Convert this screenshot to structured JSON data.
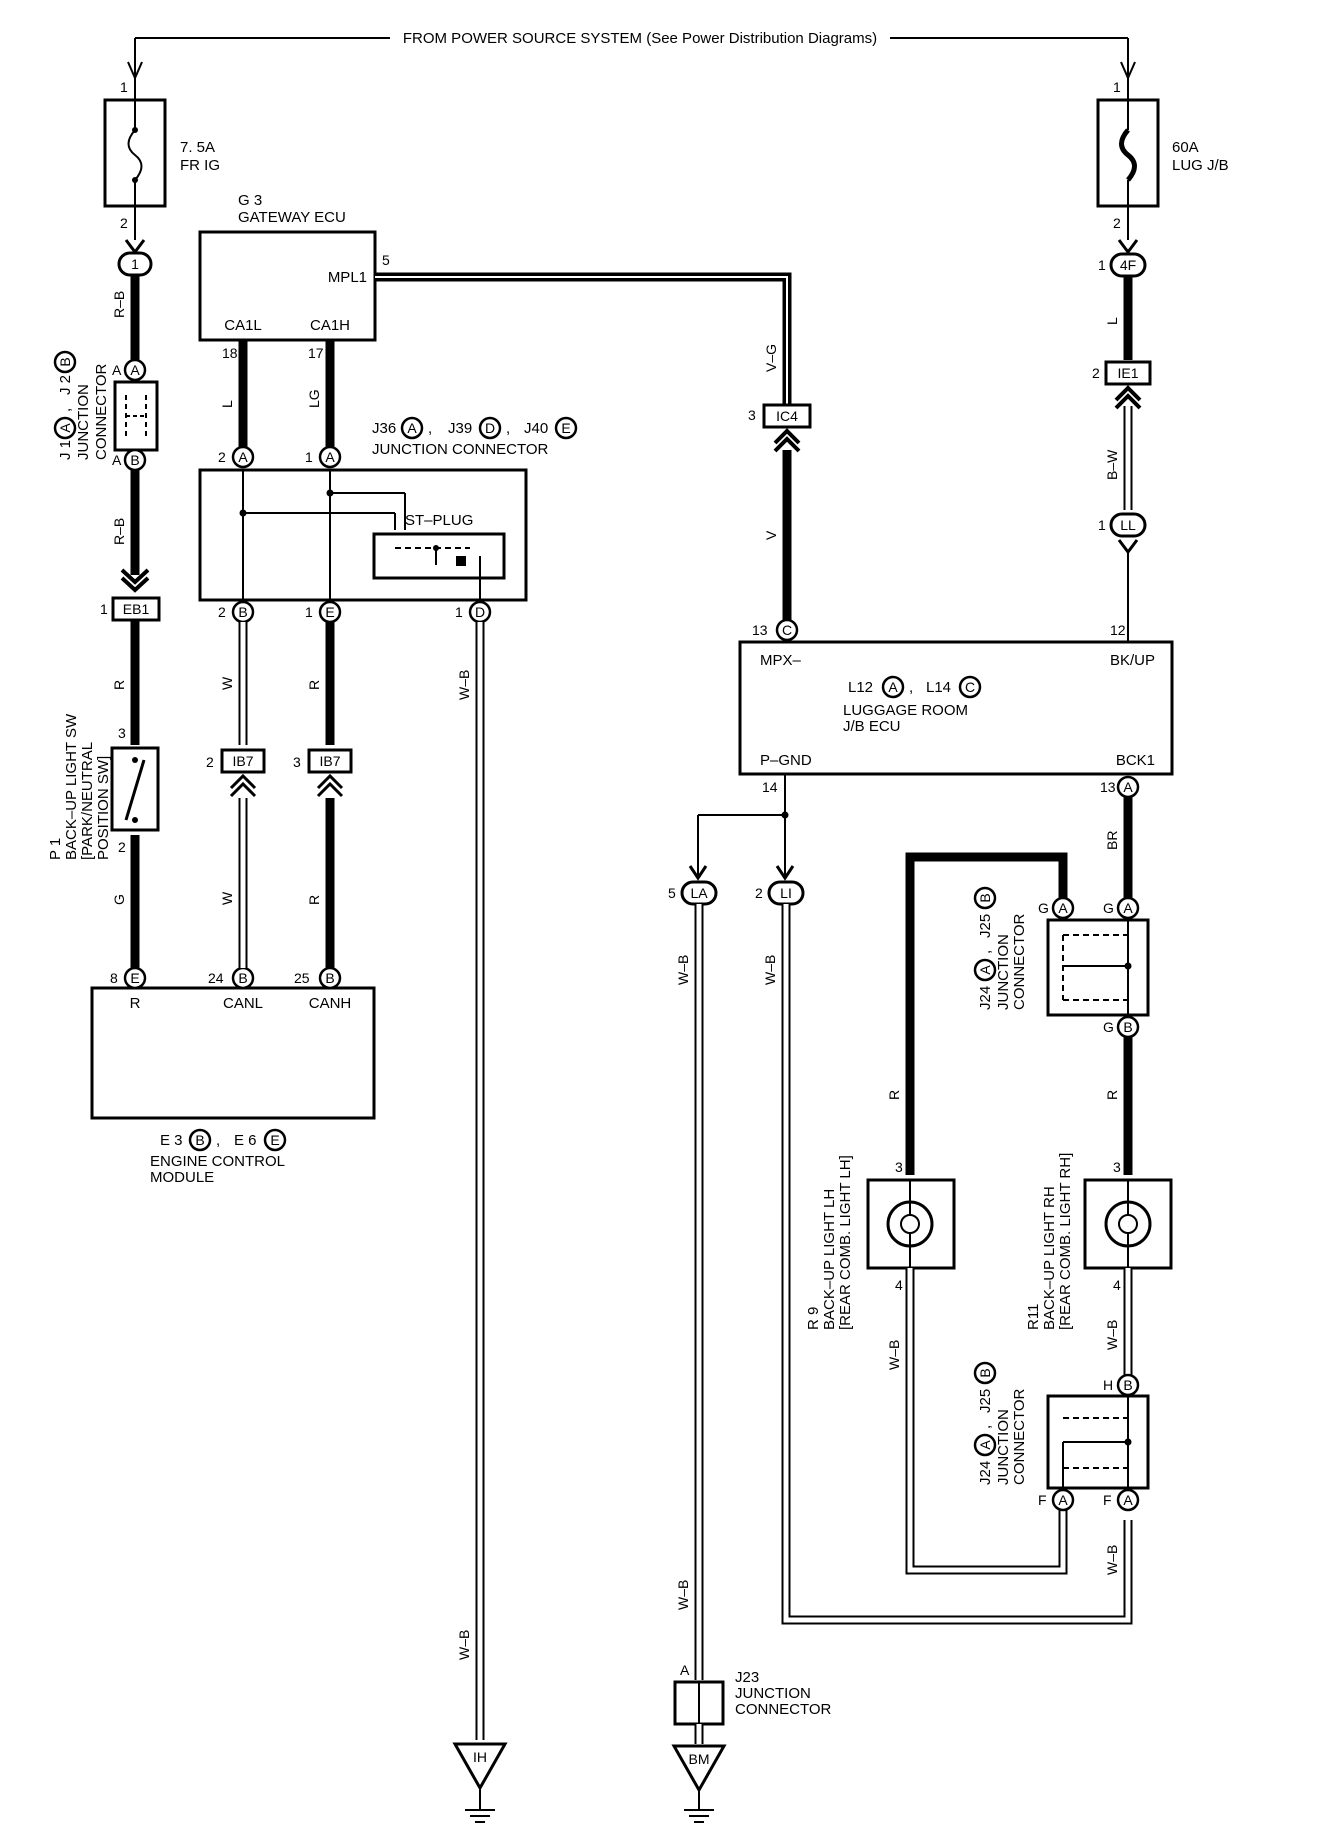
{
  "header": "FROM POWER SOURCE SYSTEM (See Power Distribution Diagrams)",
  "fuses": {
    "left": {
      "rating": "7. 5A",
      "name": "FR IG",
      "pin_top": "1",
      "pin_bottom": "2"
    },
    "right": {
      "rating": "60A",
      "name": "LUG J/B",
      "pin_top": "1",
      "pin_bottom": "2"
    }
  },
  "gateway": {
    "ref": "G 3",
    "name": "GATEWAY ECU",
    "mpl1": "MPL1",
    "mpl1_pin": "5",
    "ca1l": "CA1L",
    "ca1l_pin": "18",
    "ca1h": "CA1H",
    "ca1h_pin": "17"
  },
  "junction_top": {
    "refs": [
      "J36",
      "J39",
      "J40"
    ],
    "badges": [
      "A",
      "D",
      "E"
    ],
    "name": "JUNCTION CONNECTOR",
    "plug": "ST–PLUG",
    "pins_top": [
      "2",
      "1"
    ],
    "pins_bottom": [
      "2",
      "1",
      "1"
    ],
    "badges_top": [
      "A",
      "A"
    ],
    "badges_bottom": [
      "B",
      "E",
      "D"
    ]
  },
  "left_junction": {
    "ref1": "J 1",
    "badge1": "A",
    "ref2": "J 2",
    "badge2": "B",
    "name": "JUNCTION",
    "name2": "CONNECTOR",
    "pin_a": "A",
    "pin_b": "A"
  },
  "connectors": {
    "c1": "1",
    "eb1": "EB1",
    "eb1_pin": "1",
    "ib7_left": "IB7",
    "ib7_left_pin": "2",
    "ib7_right": "IB7",
    "ib7_right_pin": "3",
    "ic4": "IC4",
    "ic4_pin": "3",
    "c4f": "4F",
    "c4f_pin": "1",
    "ie1": "IE1",
    "ie1_pin": "2",
    "ll": "LL",
    "ll_pin": "1",
    "la": "LA",
    "la_pin": "5",
    "li": "LI",
    "li_pin": "2"
  },
  "wires": {
    "r_b_top": "R–B",
    "r_b_mid": "R–B",
    "r_sw": "R",
    "g": "G",
    "l": "L",
    "lg": "LG",
    "w_mid": "W",
    "r_mid": "R",
    "w_low": "W",
    "r_low": "R",
    "wb_center": "W–B",
    "wb_center_low": "W–B",
    "v_g": "V–G",
    "v": "V",
    "l_right": "L",
    "b_w": "B–W",
    "wb_la": "W–B",
    "wb_la_low": "W–B",
    "wb_li": "W–B",
    "br": "BR",
    "r_rh": "R",
    "r_lh": "R",
    "wb_lh": "W–B",
    "wb_rh": "W–B",
    "wb_rh_low": "W–B"
  },
  "backup_sw": {
    "ref": "P 1",
    "line1": "BACK–UP LIGHT SW",
    "line2": "[PARK/NEUTRAL",
    "line3": "POSITION SW]",
    "pin_top": "3",
    "pin_bottom": "2"
  },
  "ecm": {
    "ref1": "E 3",
    "badge1": "B",
    "ref2": "E 6",
    "badge2": "E",
    "name1": "ENGINE CONTROL",
    "name2": "MODULE",
    "r": "R",
    "r_pin": "8",
    "r_badge": "E",
    "canl": "CANL",
    "canl_pin": "24",
    "canl_badge": "B",
    "canh": "CANH",
    "canh_pin": "25",
    "canh_badge": "B"
  },
  "luggage_ecu": {
    "ref1": "L12",
    "badge1": "A",
    "ref2": "L14",
    "badge2": "C",
    "name1": "LUGGAGE ROOM",
    "name2": "J/B ECU",
    "mpx": "MPX–",
    "mpx_pin": "13",
    "mpx_badge": "C",
    "bkup": "BK/UP",
    "bkup_pin": "12",
    "pgnd": "P–GND",
    "pgnd_pin": "14",
    "bck1": "BCK1",
    "bck1_pin": "13",
    "bck1_badge": "A"
  },
  "junction_upper_right": {
    "ref1": "J24",
    "badge1": "A",
    "ref2": "J25",
    "badge2": "B",
    "name1": "JUNCTION",
    "name2": "CONNECTOR",
    "pin_g_left": "G",
    "pin_g_right": "G",
    "pin_g_bottom": "G",
    "badge_left": "A",
    "badge_right": "A",
    "badge_bottom": "B"
  },
  "junction_lower_right": {
    "ref1": "J24",
    "badge1": "A",
    "ref2": "J25",
    "badge2": "B",
    "name1": "JUNCTION",
    "name2": "CONNECTOR",
    "pin_h": "H",
    "pin_f_left": "F",
    "pin_f_right": "F",
    "badge_h": "B",
    "badge_f_left": "A",
    "badge_f_right": "A"
  },
  "lights": {
    "lh": {
      "ref": "R 9",
      "line1": "BACK–UP LIGHT LH",
      "line2": "[REAR COMB. LIGHT LH]",
      "pin_top": "3",
      "pin_bottom": "4"
    },
    "rh": {
      "ref": "R11",
      "line1": "BACK–UP LIGHT RH",
      "line2": "[REAR COMB. LIGHT RH]",
      "pin_top": "3",
      "pin_bottom": "4"
    }
  },
  "j23": {
    "ref": "J23",
    "name1": "JUNCTION",
    "name2": "CONNECTOR",
    "pin": "A"
  },
  "grounds": {
    "ih": "IH",
    "bm": "BM"
  }
}
